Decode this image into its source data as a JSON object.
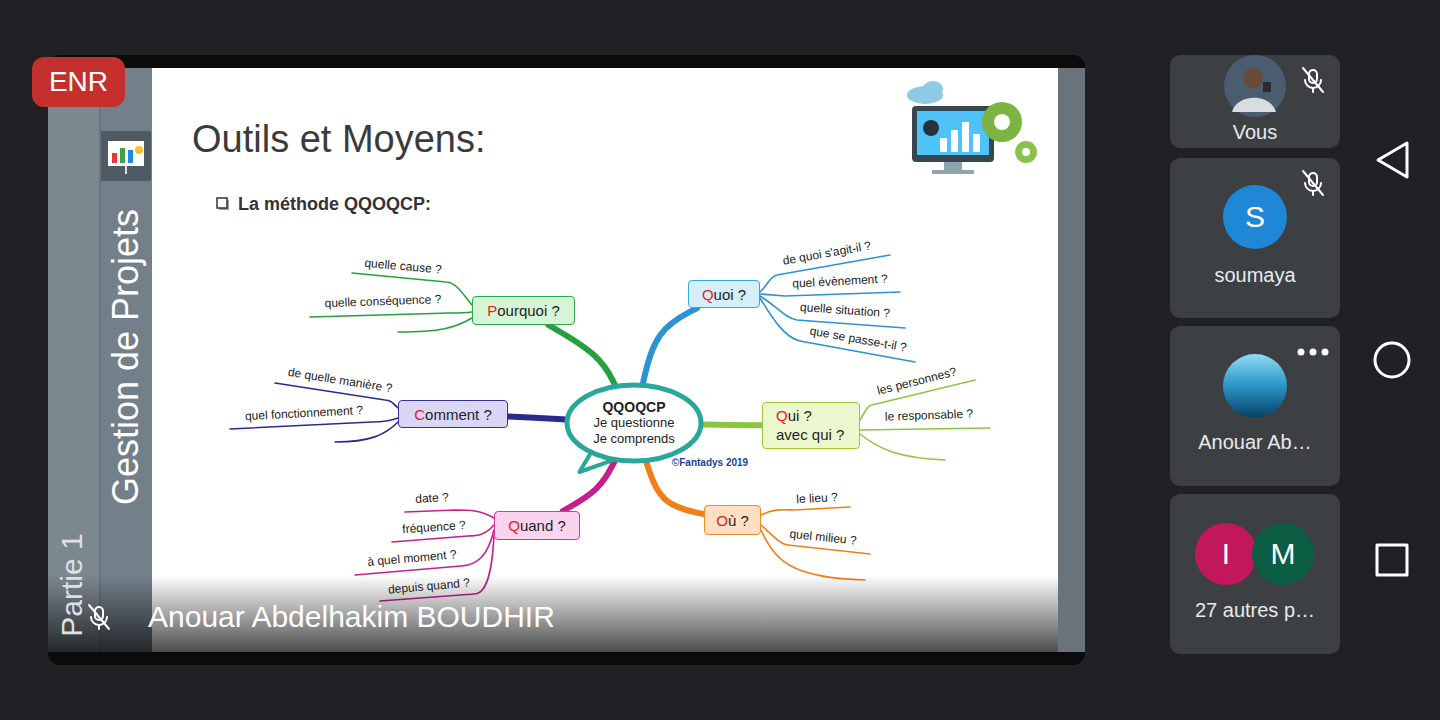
{
  "diagram": {
    "title": "Outils et Moyens:",
    "nodes": [
      {
        "text": [
          "ENR"
        ]
      },
      {
        "text": [
          "QQOQCP",
          "Je questionne Je comprends"
        ]
      },
      {
        "text": [
          "Quoi ?"
        ]
      },
      {
        "text": [
          "Qui ? avec qui ?"
        ]
      },
      {
        "text": [
          "Où ?"
        ]
      },
      {
        "text": [
          "Quand ?"
        ]
      },
      {
        "text": [
          "Comment ?"
        ]
      },
      {
        "text": [
          "Pourquoi ?"
        ]
      },
      {
        "text": [
          "Vous"
        ]
      },
      {
        "text": [
          "soumaya"
        ]
      },
      {
        "text": [
          "S"
        ],
        "in": 9
      },
      {
        "text": [
          "Anouar Ab…"
        ]
      },
      {
        "text": [
          "27 autres p…"
        ]
      },
      {
        "text": [
          "I"
        ],
        "in": 12
      },
      {
        "text": [
          "M"
        ],
        "in": 12
      }
    ],
    "edges": [
      {
        "from": 1,
        "to": 2,
        "arrow": "none"
      },
      {
        "from": 1,
        "to": 3,
        "arrow": "none"
      },
      {
        "from": 1,
        "to": 4,
        "arrow": "none"
      },
      {
        "from": 1,
        "to": 5,
        "arrow": "none"
      },
      {
        "from": 1,
        "to": 6,
        "arrow": "none"
      },
      {
        "from": 1,
        "to": 7,
        "arrow": "none"
      }
    ],
    "labels": [
      "La méthode QQOQCP:",
      "Gestion de Projets",
      "Partie 1",
      "©Fantadys 2019",
      "Anouar Abdelhakim BOUDHIR",
      "de quoi s'agit-il ?",
      "quel évènement ?",
      "quelle situation ?",
      "que se passe-t-il ?",
      "les personnes?",
      "le responsable ?",
      "le lieu ?",
      "quel milieu ?",
      "date ?",
      "fréquence ?",
      "à quel moment ?",
      "depuis quand ?",
      "de quelle manière ?",
      "quel fonctionnement ?",
      "quelle cause ?",
      "quelle conséquence ?"
    ]
  }
}
